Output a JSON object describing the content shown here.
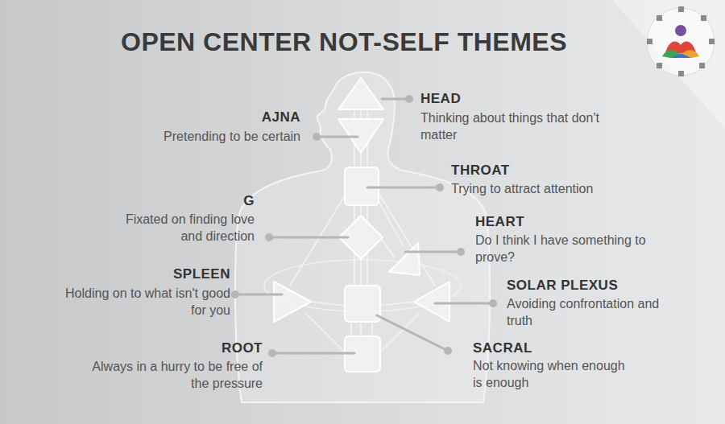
{
  "diagram": {
    "title": "OPEN CENTER NOT-SELF THEMES",
    "labels": [
      "HEAD",
      "Thinking about things that don't matter",
      "AJNA",
      "Pretending to be certain",
      "THROAT",
      "Trying to attract attention",
      "G",
      "Fixated on finding love and direction",
      "HEART",
      "Do I think I have something to prove?",
      "SPLEEN",
      "Holding on to what isn't good for you",
      "SOLAR PLEXUS",
      "Avoiding confrontation and truth",
      "ROOT",
      "Always in a hurry to be free of the pressure",
      "SACRAL",
      "Not knowing when enough is enough"
    ]
  }
}
